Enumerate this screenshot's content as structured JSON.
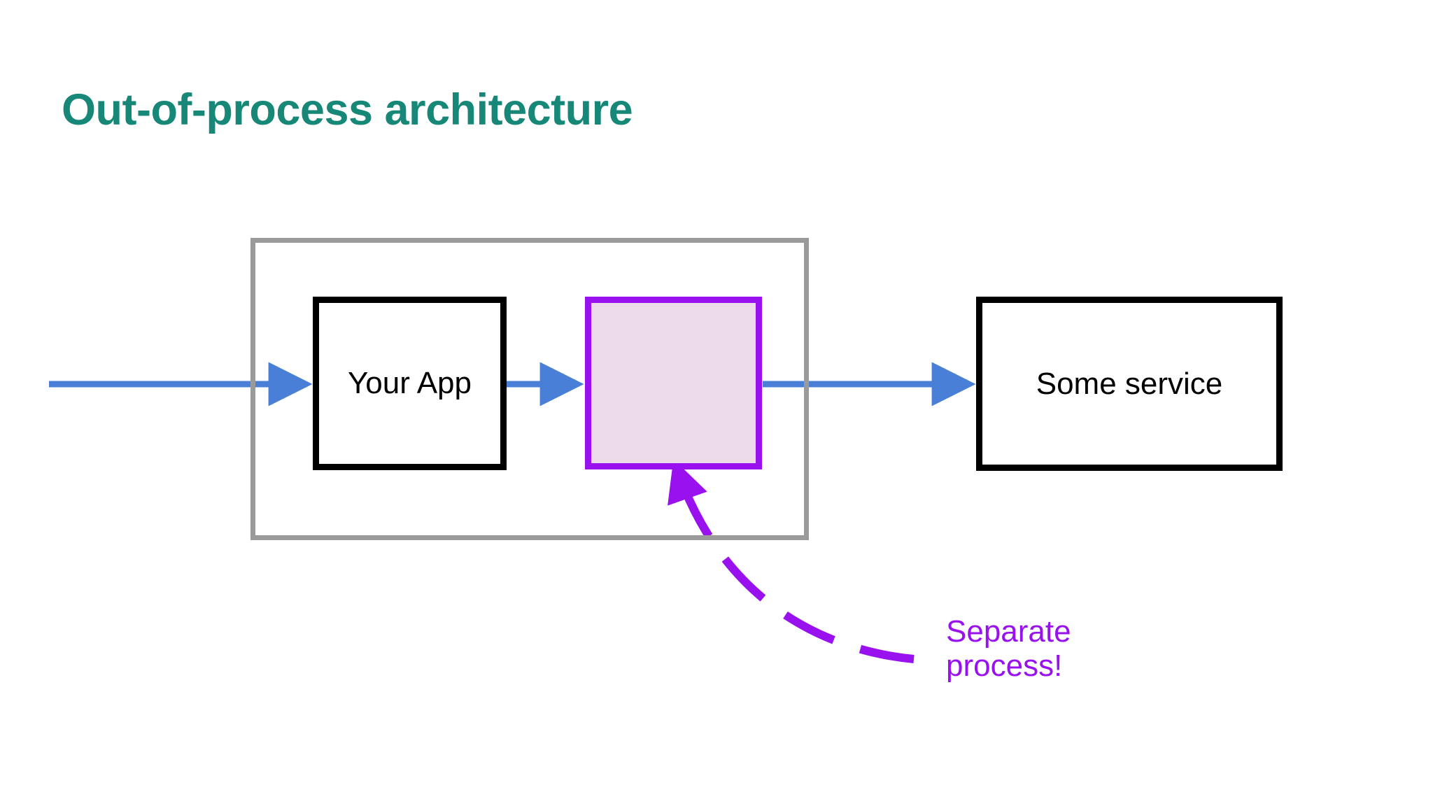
{
  "slide": {
    "title": "Out-of-process architecture",
    "background_color": "#ffffff",
    "title_color": "#178778"
  },
  "diagram": {
    "type": "block-flow",
    "container": {
      "name": "process-boundary",
      "label": "",
      "border_color": "#9a9a9a"
    },
    "nodes": [
      {
        "id": "your-app",
        "label": "Your App",
        "border_color": "#000000",
        "fill_color": "#ffffff",
        "text_color": "#000000"
      },
      {
        "id": "proxy",
        "label": "",
        "border_color": "#9911ee",
        "fill_color": "#eedbe9",
        "text_color": "#000000"
      },
      {
        "id": "some-service",
        "label": "Some service",
        "border_color": "#000000",
        "fill_color": "#ffffff",
        "text_color": "#000000"
      }
    ],
    "connectors": [
      {
        "id": "inbound-arrow",
        "from": "external",
        "to": "your-app",
        "color": "#4a7fd8",
        "style": "solid"
      },
      {
        "id": "app-to-proxy-arrow",
        "from": "your-app",
        "to": "proxy",
        "color": "#4a7fd8",
        "style": "solid"
      },
      {
        "id": "proxy-to-service-arrow",
        "from": "proxy",
        "to": "some-service",
        "color": "#4a7fd8",
        "style": "solid"
      }
    ],
    "callout": {
      "id": "separate-process-callout",
      "lines": [
        "Separate process!",
        "process!"
      ],
      "line1": "Separate",
      "line2": "process!",
      "color": "#9911ee",
      "connector_style": "dashed-curved-arrow",
      "points_to": "proxy"
    }
  }
}
